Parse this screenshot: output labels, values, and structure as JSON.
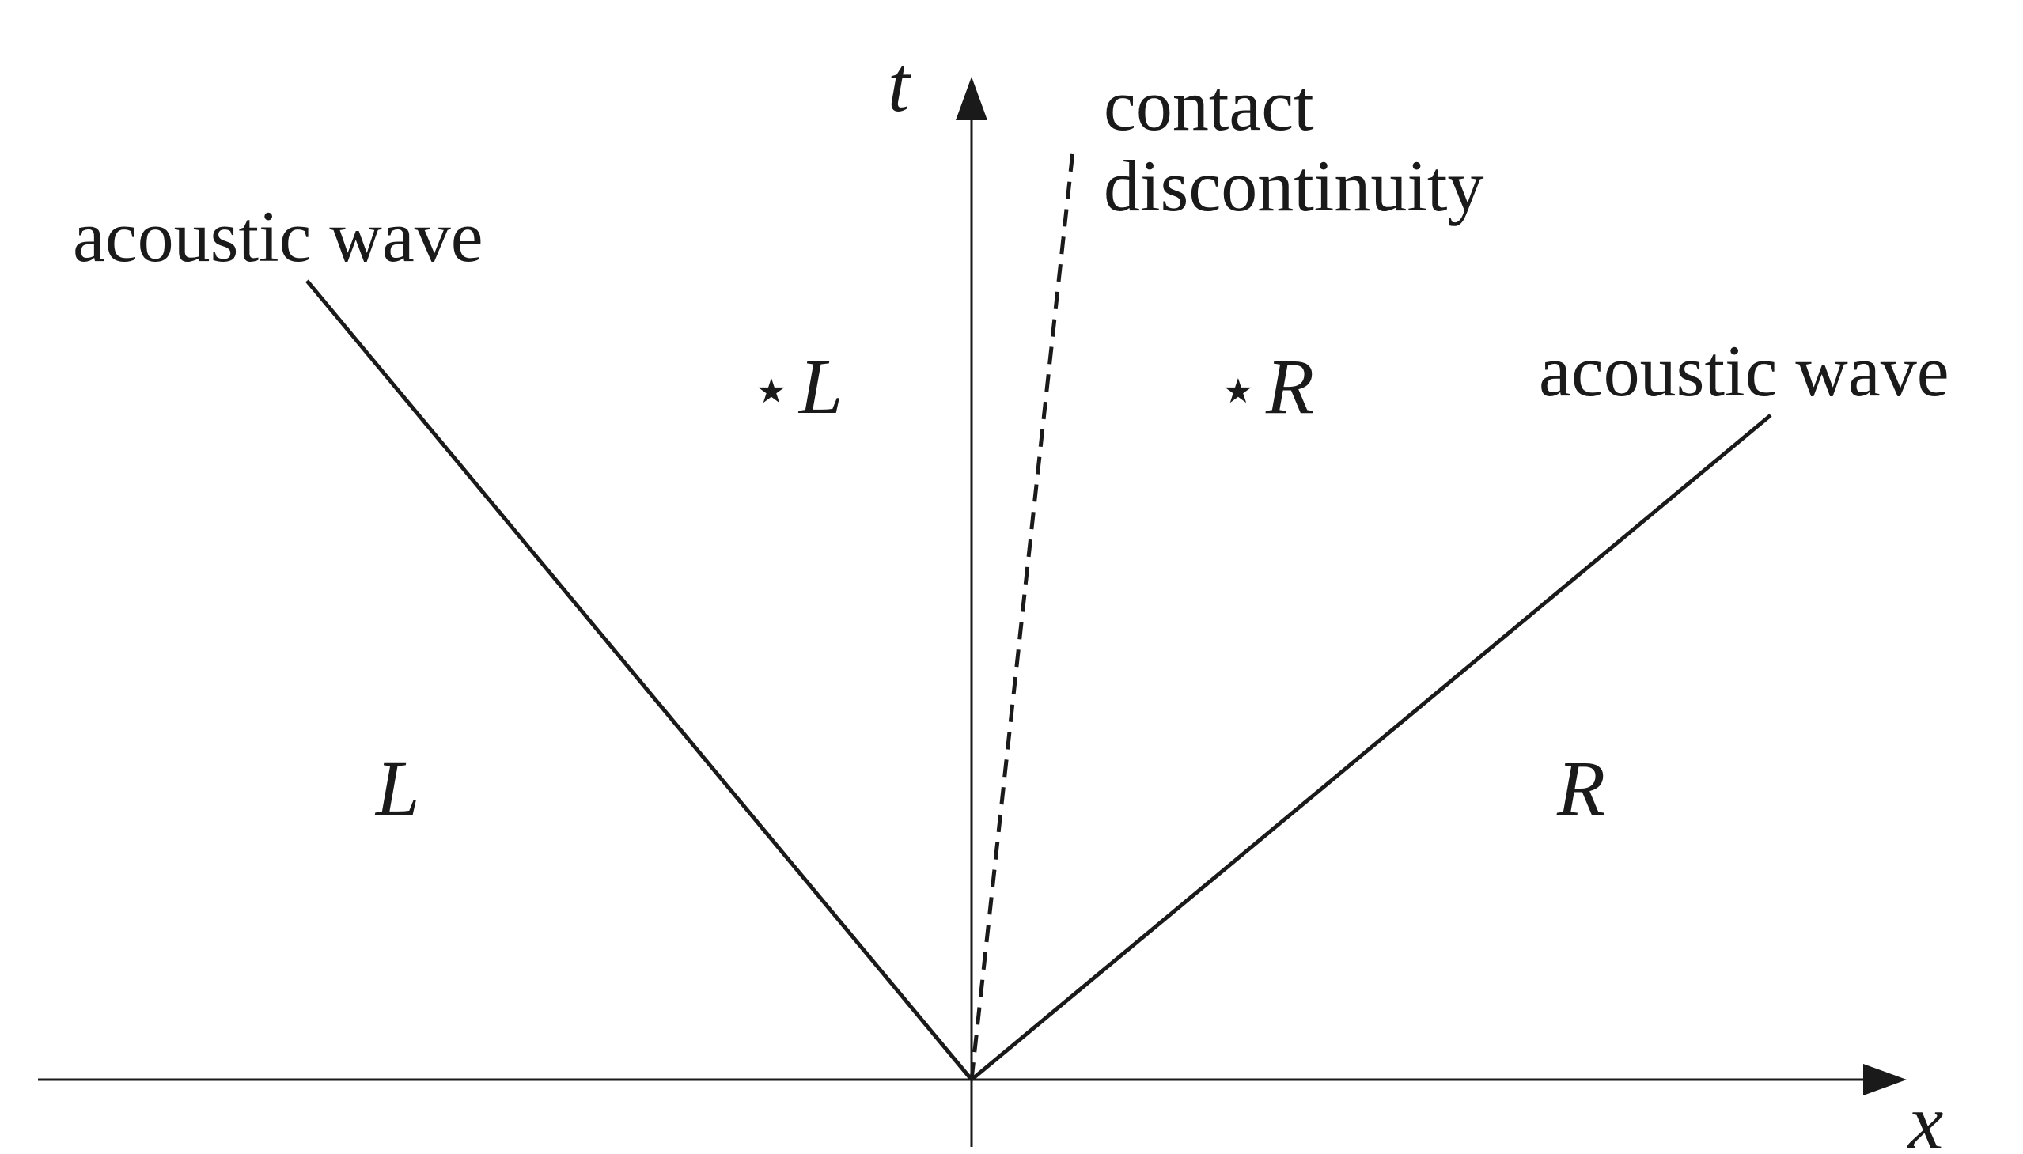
{
  "axes": {
    "x_label": "x",
    "t_label": "t"
  },
  "waves": {
    "left_wave_label": "acoustic wave",
    "right_wave_label": "acoustic wave",
    "contact_label_line1": "contact",
    "contact_label_line2": "discontinuity"
  },
  "regions": {
    "left_state": "L",
    "right_state": "R",
    "star_symbol": "⋆",
    "star_left_state": "L",
    "star_right_state": "R"
  },
  "colors": {
    "ink": "#1a1a1a",
    "background": "#ffffff"
  }
}
